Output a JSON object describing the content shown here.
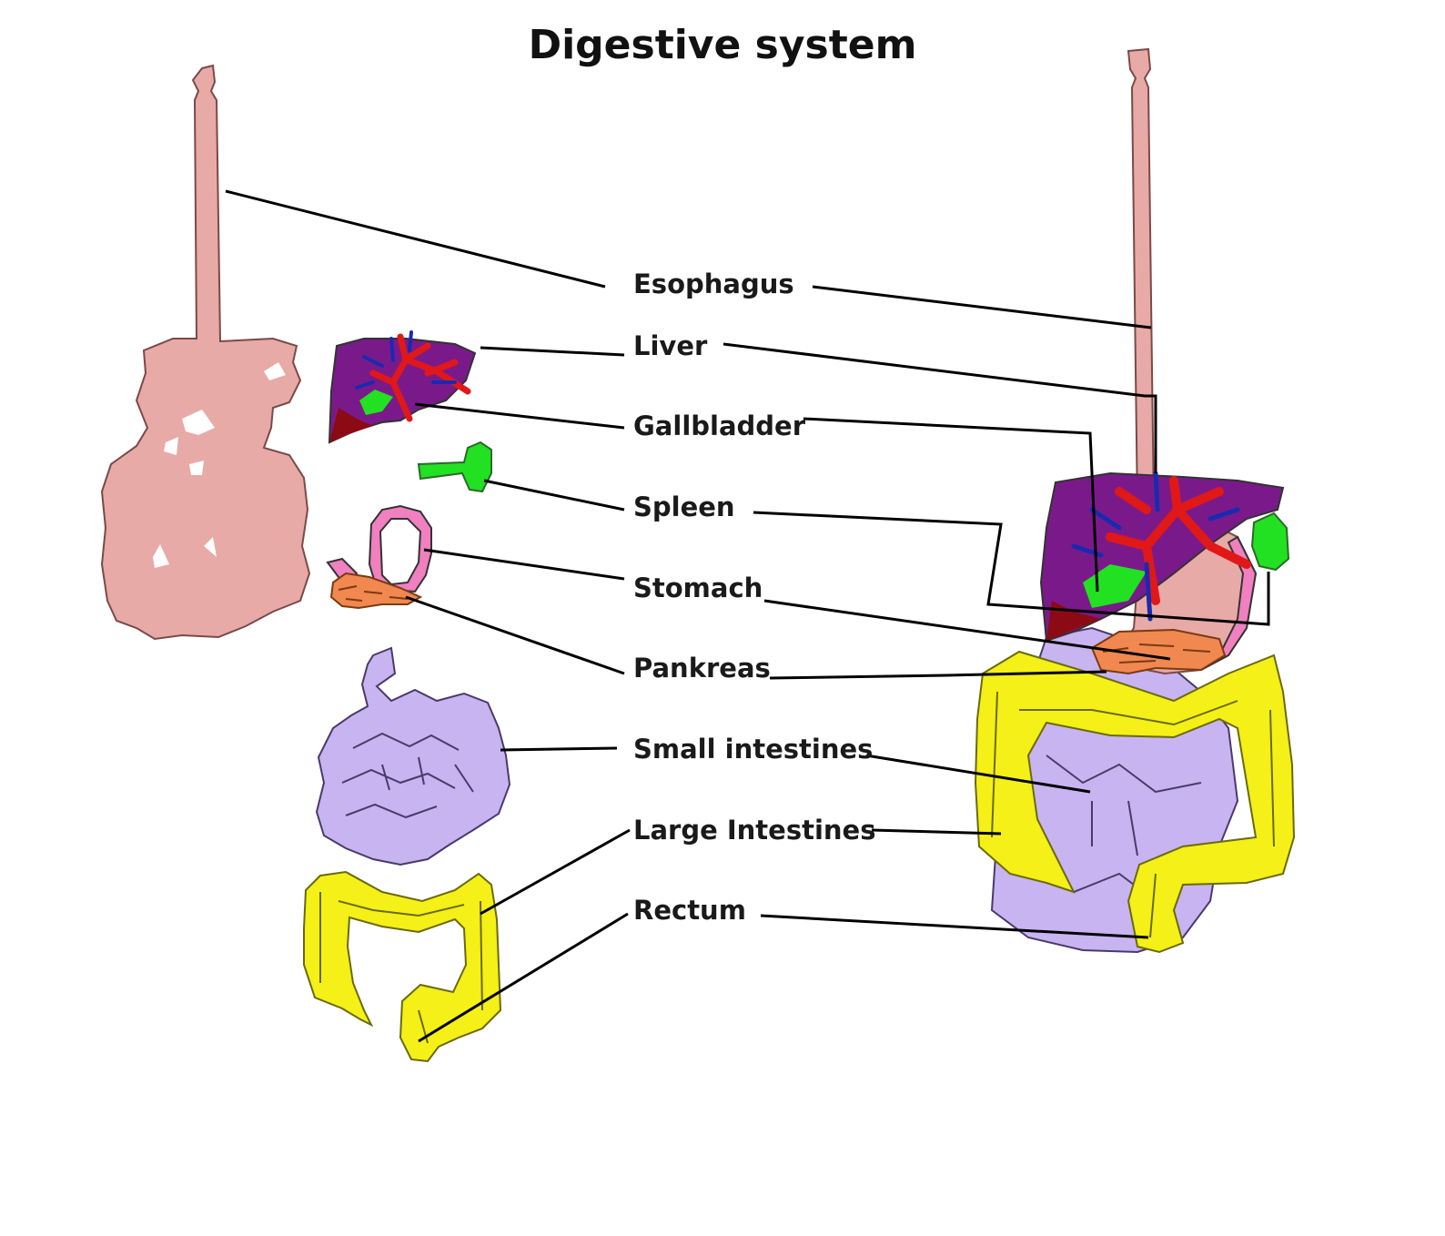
{
  "title": "Digestive system",
  "labels": {
    "esophagus": "Esophagus",
    "liver": "Liver",
    "gallbladder": "Gallbladder",
    "spleen": "Spleen",
    "stomach": "Stomach",
    "pancreas": "Pankreas",
    "small_intestines": "Small intestines",
    "large_intestines": "Large Intestines",
    "rectum": "Rectum"
  },
  "colors": {
    "esophagus": "#e8aaa6",
    "liver": "#7a1a8a",
    "liver_dark": "#8b0a14",
    "vessels_red": "#e01818",
    "vessels_blue": "#1a2ab0",
    "gallbladder": "#22e022",
    "stomach_pink": "#f080c0",
    "pancreas": "#f08850",
    "small_intestine": "#c8b4f0",
    "large_intestine": "#f4f018",
    "outline": "#333333"
  }
}
